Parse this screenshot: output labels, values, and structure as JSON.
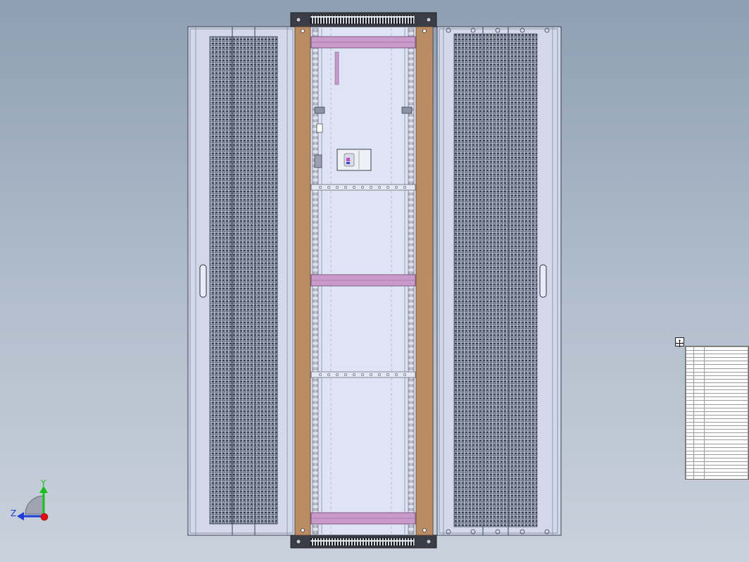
{
  "view": {
    "triad": {
      "x_axis": "",
      "y_axis": "Y",
      "z_axis": "Z"
    },
    "colors": {
      "background_top": "#8e9fb3",
      "background_bottom": "#c9d1dc",
      "frame_wood": "#b98c64",
      "rail_pink": "#c99bcb",
      "panel_fill": "#dfe3f6",
      "door_fill": "#d3d8ea",
      "door_mesh": "#2c3240",
      "edge": "#3a3f4e",
      "triad_y": "#18c018",
      "triad_z": "#1e3cd8",
      "triad_origin": "#e01010"
    }
  },
  "bom_table": {
    "rows": 38
  },
  "components": [
    {
      "name": "left-door",
      "icon": "perforated-door"
    },
    {
      "name": "cabinet-frame",
      "icon": "rack-frame"
    },
    {
      "name": "right-door",
      "icon": "perforated-door"
    },
    {
      "name": "top-vent",
      "icon": "vent-grille"
    },
    {
      "name": "bottom-vent",
      "icon": "vent-grille"
    },
    {
      "name": "pdu-module",
      "icon": "power-distribution-unit"
    }
  ]
}
